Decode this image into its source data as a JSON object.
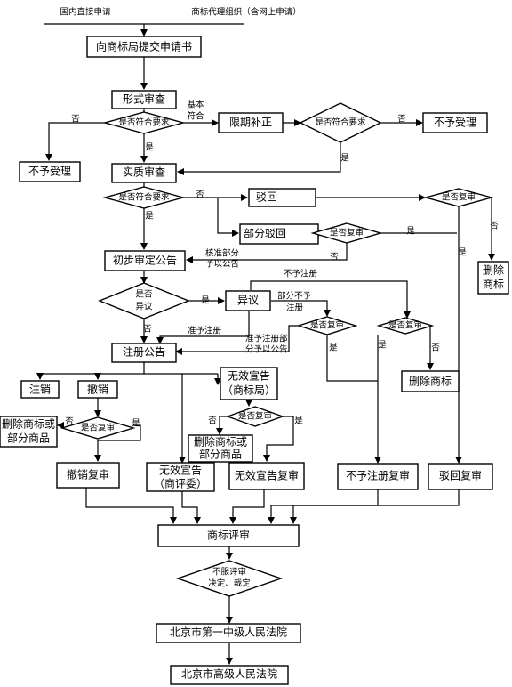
{
  "header": {
    "domestic": "国内直接申请",
    "agency": "商标代理组织（含网上申请）"
  },
  "boxes": {
    "submit": "向商标局提交申请书",
    "formal_review": "形式审查",
    "reject_left": "不予受理",
    "deadline_fix": "限期补正",
    "reject_right": "不予受理",
    "substantive": "实质审查",
    "dismiss": "驳回",
    "partial_dismiss": "部分驳回",
    "prelim_notice": "初步审定公告",
    "delete_mark_right": [
      "删除",
      "商标"
    ],
    "objection": "异议",
    "reg_notice": "注册公告",
    "cancel": "注销",
    "revoke": "撤销",
    "invalid_office": [
      "无效宣告",
      "（商标局）"
    ],
    "delete_mark_mid": "删除商标",
    "delete_or_partial_left": [
      "删除商标或",
      "部分商品"
    ],
    "delete_or_partial_mid": [
      "删除商标或",
      "部分商品"
    ],
    "revoke_review": "撤销复审",
    "invalid_board": [
      "无效宣告",
      "（商评委）"
    ],
    "invalid_review": "无效宣告复审",
    "no_reg_review": "不予注册复审",
    "dismiss_review": "驳回复审",
    "board_review": "商标评审",
    "court1": "北京市第一中级人民法院",
    "court2": "北京市高级人民法院"
  },
  "diamonds": {
    "meets1": "是否符合要求",
    "meets2": "是否符合要求",
    "meets3": "是否符合要求",
    "review_right": "是否复审",
    "review_partial": "是否复审",
    "objection_q": [
      "是否",
      "异议"
    ],
    "review_obj_a": "是否复审",
    "review_obj_b": "是否复审",
    "review_invalid": "是否复审",
    "review_revoke": "是否复审",
    "appeal": [
      "不服评审",
      "决定、裁定"
    ]
  },
  "labels": {
    "no": "否",
    "yes": "是",
    "basic_meets": [
      "基本",
      "符合"
    ],
    "approved_part": [
      "核准部分",
      "予以公告"
    ],
    "not_registered": "不予注册",
    "partial_not": [
      "部分不予",
      "注册"
    ],
    "approve_reg": "准予注册",
    "approve_partial": [
      "准予注册部",
      "分予以公告"
    ]
  }
}
